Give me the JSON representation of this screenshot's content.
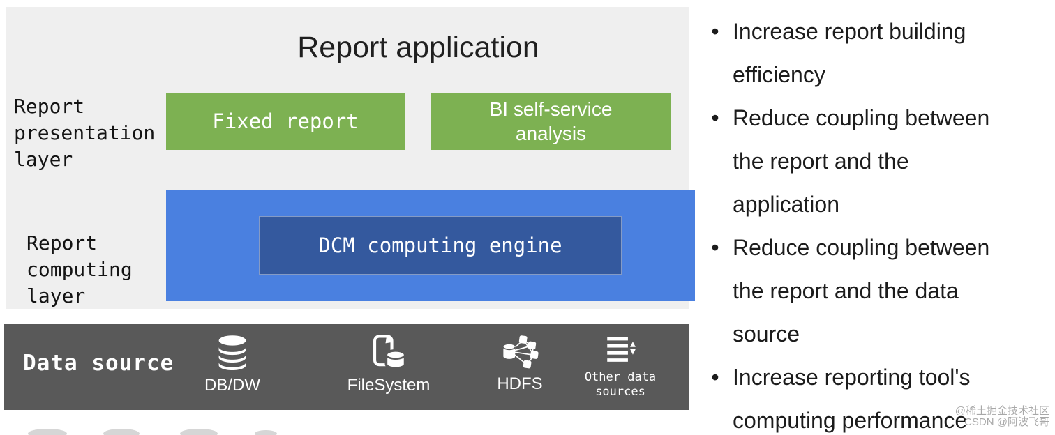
{
  "colors": {
    "panel_bg": "#efefef",
    "green": "#7db152",
    "blue": "#4a80e0",
    "dark_blue": "#34599e",
    "dark_gray": "#595959"
  },
  "diagram": {
    "title": "Report application",
    "presentation": {
      "label": "Report presentation layer",
      "fixed_report": "Fixed report",
      "bi_self_service": "BI self-service analysis"
    },
    "computing": {
      "label": "Report computing layer",
      "engine": "DCM computing engine"
    },
    "data_source": {
      "label": "Data source",
      "items": [
        {
          "name": "DB/DW",
          "icon": "database-icon"
        },
        {
          "name": "FileSystem",
          "icon": "file-database-icon"
        },
        {
          "name": "HDFS",
          "icon": "cluster-icon"
        },
        {
          "name": "Other data sources",
          "icon": "list-sort-icon"
        }
      ]
    }
  },
  "benefits": {
    "items": [
      "Increase report building efficiency",
      "Reduce coupling between the report and the application",
      "Reduce coupling between the report and the data source",
      "Increase reporting tool's computing performance"
    ]
  },
  "watermark": {
    "line1": "@稀土掘金技术社区",
    "line2": "CSDN @阿波飞哥"
  }
}
